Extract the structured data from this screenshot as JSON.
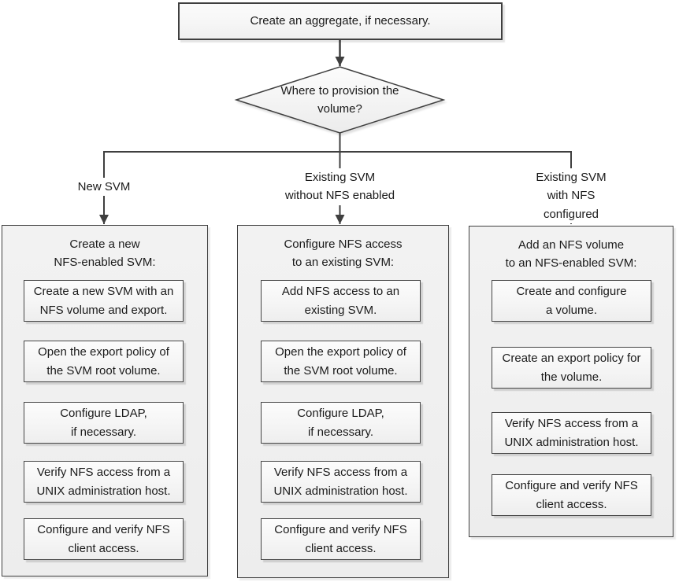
{
  "colors": {
    "line": "#3f3f3f",
    "shape_border": "#454545",
    "container_fill": "#efefef",
    "box_fill_top": "#fcfcfc",
    "box_fill_bottom": "#eeeeee",
    "text": "#1a1a1a",
    "page_background": "#ffffff"
  },
  "flowchart": {
    "start": "Create an aggregate, if necessary.",
    "decision": "Where to provision the\nvolume?",
    "branches": [
      {
        "label": "New SVM",
        "title": "Create a new\nNFS-enabled SVM:",
        "steps": [
          "Create a new SVM with an\nNFS volume and export.",
          "Open the export policy of\nthe SVM root volume.",
          "Configure LDAP,\nif necessary.",
          "Verify NFS access from a\nUNIX administration host.",
          "Configure and verify NFS\nclient access."
        ]
      },
      {
        "label": "Existing SVM\nwithout NFS enabled",
        "title": "Configure NFS access\nto an existing SVM:",
        "steps": [
          "Add NFS access to an\nexisting SVM.",
          "Open the export policy of\nthe SVM root volume.",
          "Configure LDAP,\nif necessary.",
          "Verify NFS access from a\nUNIX administration host.",
          "Configure and verify NFS\nclient access."
        ]
      },
      {
        "label": "Existing SVM\nwith NFS configured",
        "title": "Add an NFS volume\nto an NFS-enabled SVM:",
        "steps": [
          "Create and configure\na volume.",
          "Create an export policy for\nthe volume.",
          "Verify NFS access from a\nUNIX administration host.",
          "Configure and verify NFS\nclient access."
        ]
      }
    ]
  }
}
